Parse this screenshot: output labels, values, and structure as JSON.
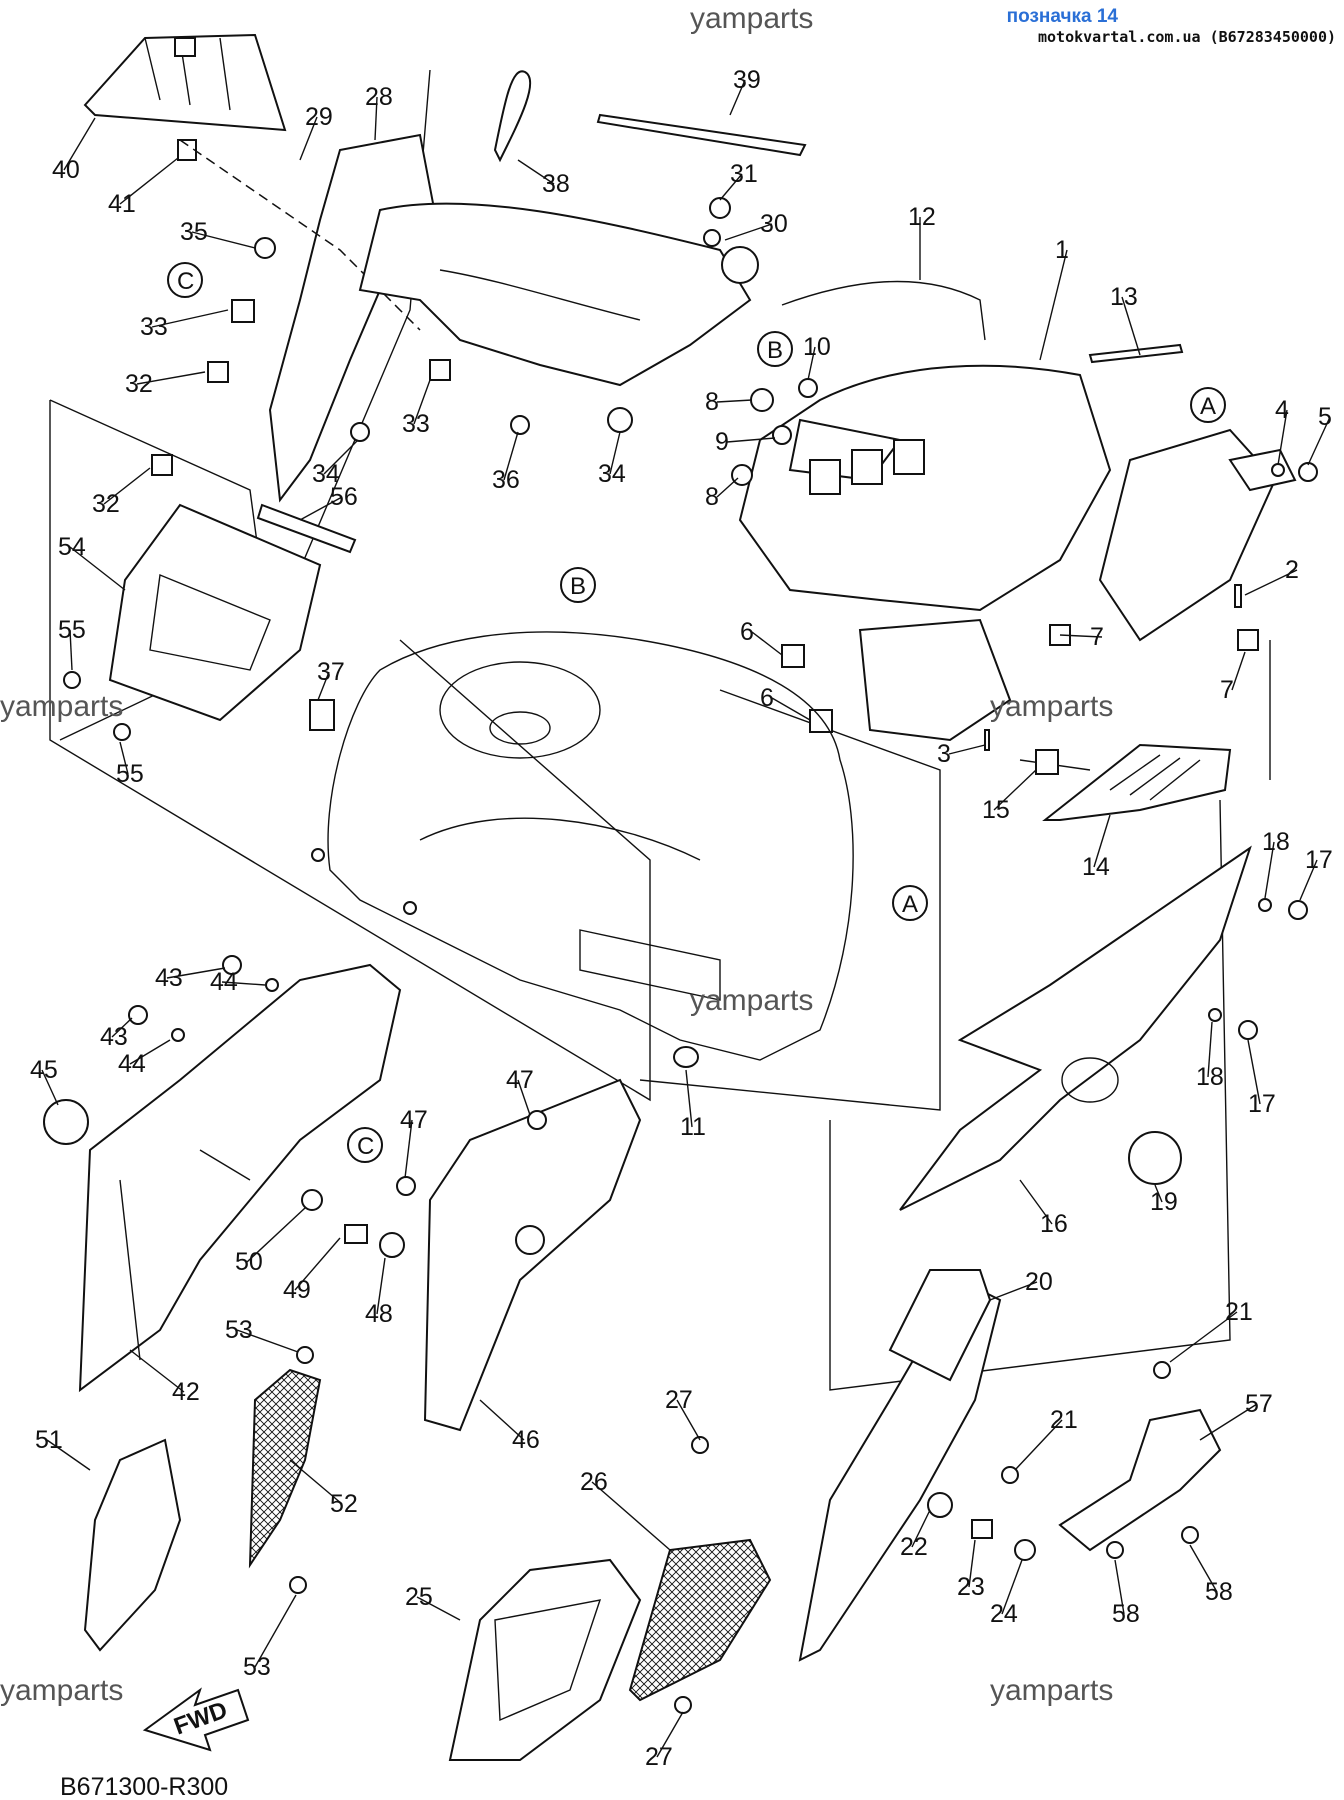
{
  "header": {
    "title": "позначка 14",
    "subtitle": "motokvartal.com.ua (B67283450000)"
  },
  "watermark": "yamparts",
  "diagram_code": "B671300-R300",
  "fwd_label": "FWD",
  "reference_letters": [
    "A",
    "B",
    "C"
  ],
  "callouts": [
    "1",
    "2",
    "3",
    "4",
    "5",
    "6",
    "7",
    "8",
    "9",
    "10",
    "11",
    "12",
    "13",
    "14",
    "15",
    "16",
    "17",
    "18",
    "19",
    "20",
    "21",
    "22",
    "23",
    "24",
    "25",
    "26",
    "27",
    "28",
    "29",
    "30",
    "31",
    "32",
    "33",
    "34",
    "35",
    "36",
    "37",
    "38",
    "39",
    "40",
    "41",
    "42",
    "43",
    "44",
    "45",
    "46",
    "47",
    "48",
    "49",
    "50",
    "51",
    "52",
    "53",
    "54",
    "55",
    "56",
    "57",
    "58"
  ]
}
